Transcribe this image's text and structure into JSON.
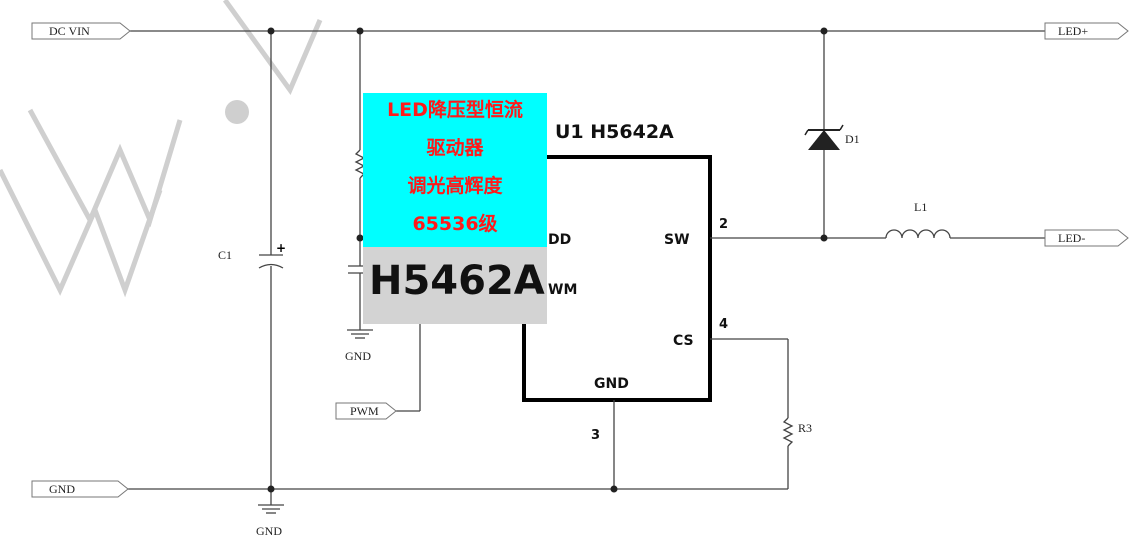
{
  "ports": {
    "dc_vin": "DC  VIN",
    "led_plus": "LED+",
    "led_minus": "LED-",
    "pwm": "PWM",
    "gnd": "GND"
  },
  "components": {
    "c1": "C1",
    "d1": "D1",
    "l1": "L1",
    "r3": "R3",
    "gnd_left_symbol": "GND",
    "gnd_bottom_symbol": "GND"
  },
  "ic": {
    "title": "U1 H5642A",
    "pin_vdd": "DD",
    "pin_pwm": "WM",
    "pin_sw": "SW",
    "pin_cs": "CS",
    "pin_gnd": "GND",
    "pin_num_sw": "2",
    "pin_num_cs": "4",
    "pin_num_gnd": "3"
  },
  "overlay": {
    "line1": "LED降压型恒流",
    "line2": "驱动器",
    "line3": "调光高辉度",
    "line4": "65536级",
    "part_number": "H5462A"
  },
  "colors": {
    "cyan_box": "#00ffff",
    "red_text": "#ff1a1a",
    "gray_box": "#d3d3d3"
  }
}
